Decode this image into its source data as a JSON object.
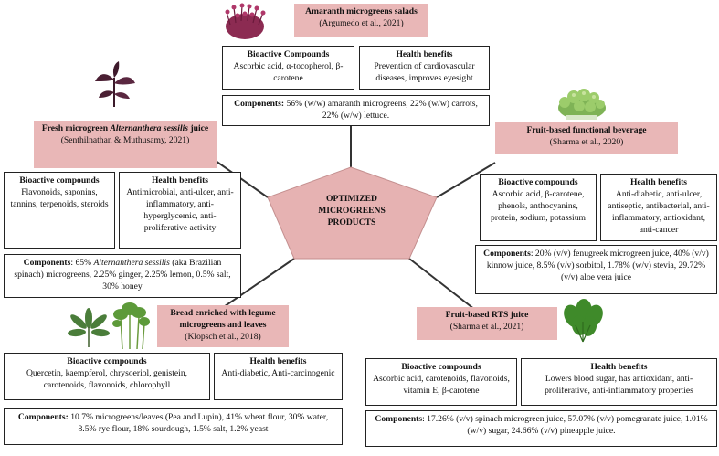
{
  "center": {
    "title": "OPTIMIZED MICROGREENS PRODUCTS",
    "line1": "OPTIMIZED",
    "line2": "MICROGREENS",
    "line3": "PRODUCTS"
  },
  "amaranth": {
    "title": "Amaranth microgreens salads",
    "ref": "(Argumedo et al., 2021)",
    "bio_title": "Bioactive Compounds",
    "bio_text": "Ascorbic acid, α-tocopherol, β-carotene",
    "health_title": "Health benefits",
    "health_text": "Prevention of cardiovascular diseases, improves eyesight",
    "comp_label": "Components:",
    "comp_text": "56% (w/w) amaranth microgreens, 22% (w/w) carrots, 22% (w/w) lettuce."
  },
  "juice": {
    "title_a": "Fresh microgreen",
    "title_b": "Alternanthera sessilis",
    "title_c": "juice",
    "ref": "(Senthilnathan & Muthusamy, 2021)",
    "bio_title": "Bioactive compounds",
    "bio_text": "Flavonoids, saponins, tannins, terpenoids, steroids",
    "health_title": "Health benefits",
    "health_text": "Antimicrobial, anti-ulcer, anti-inflammatory, anti-hyperglycemic, anti-proliferative activity",
    "comp_label": "Components",
    "comp_a": ": 65%",
    "comp_b": "Alternanthera sessilis",
    "comp_c": "(aka Brazilian spinach) microgreens, 2.25% ginger, 2.25% lemon, 0.5% salt, 30% honey"
  },
  "beverage": {
    "title": "Fruit-based functional beverage",
    "ref": "(Sharma et al., 2020)",
    "bio_title": "Bioactive compounds",
    "bio_text": "Ascorbic acid, β-carotene, phenols, anthocyanins, protein, sodium, potassium",
    "health_title": "Health benefits",
    "health_text": "Anti-diabetic, anti-ulcer, antiseptic, antibacterial, anti-inflammatory, antioxidant, anti-cancer",
    "comp_label": "Components",
    "comp_text": ": 20% (v/v) fenugreek microgreen juice, 40% (v/v) kinnow juice, 8.5% (v/v) sorbitol, 1.78% (w/v) stevia, 29.72% (v/v) aloe vera juice"
  },
  "bread": {
    "title": "Bread enriched with legume microgreens and leaves",
    "ref": "(Klopsch et al., 2018)",
    "bio_title": "Bioactive compounds",
    "bio_text": "Quercetin, kaempferol, chrysoeriol, genistein, carotenoids, flavonoids, chlorophyll",
    "health_title": "Health benefits",
    "health_text": "Anti-diabetic, Anti-carcinogenic",
    "comp_label": "Components:",
    "comp_text": "10.7% microgreens/leaves (Pea and Lupin), 41% wheat flour, 30% water, 8.5% rye flour, 18% sourdough, 1.5% salt, 1.2% yeast"
  },
  "rts": {
    "title": "Fruit-based RTS juice",
    "ref": "(Sharma et al., 2021)",
    "bio_title": "Bioactive compounds",
    "bio_text": "Ascorbic acid, carotenoids, flavonoids, vitamin E, β-carotene",
    "health_title": "Health benefits",
    "health_text": "Lowers blood sugar, has antioxidant, anti-proliferative, anti-inflammatory properties",
    "comp_label": "Components",
    "comp_text": ": 17.26% (v/v) spinach microgreen juice, 57.07% (v/v) pomegranate juice, 1.01% (w/v) sugar, 24.66% (v/v) pineapple juice."
  },
  "colors": {
    "pink": "#e9b7b7",
    "pentagon": "#e6b2b2",
    "line": "#333333"
  }
}
